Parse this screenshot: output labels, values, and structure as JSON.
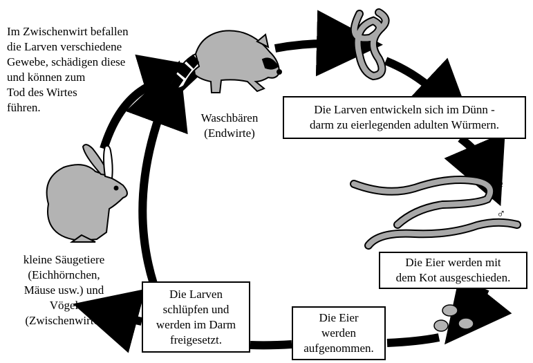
{
  "diagram": {
    "nodes": {
      "raccoon_label": {
        "lines": [
          "Waschbären",
          "(Endwirte)"
        ]
      },
      "intermediate_note": {
        "lines": [
          "Im Zwischenwirt befallen",
          "die Larven verschiedene",
          "Gewebe, schädigen diese",
          "und können zum",
          "Tod des Wirtes",
          "führen."
        ]
      },
      "small_mammals_label": {
        "lines": [
          "kleine Säugetiere",
          "(Eichhörnchen,",
          "Mäuse usw.) und",
          "Vögel",
          "(Zwischenwirte)"
        ]
      }
    },
    "boxes": {
      "larvae_develop": {
        "lines": [
          "Die Larven entwickeln sich im Dünn -",
          "darm zu eierlegenden adulten Würmern."
        ]
      },
      "eggs_excreted": {
        "lines": [
          "Die Eier werden mit",
          "dem Kot ausgeschieden."
        ]
      },
      "eggs_ingested": {
        "lines": [
          "Die Eier",
          "werden",
          "aufgenommen."
        ]
      },
      "larvae_hatch": {
        "lines": [
          "Die Larven",
          "schlüpfen und",
          "werden im Darm",
          "freigesetzt."
        ]
      }
    },
    "symbols": {
      "female": "♀",
      "male": "♂"
    },
    "icons": {
      "raccoon": "raccoon-icon",
      "worm_coiled": "coiled-worm-icon",
      "worm_female": "female-worm-icon",
      "worm_male": "male-worm-icon",
      "eggs": "eggs-icon",
      "rabbit": "rabbit-icon"
    },
    "colors": {
      "arrow": "#000000",
      "animal_fill": "#b3b3b3",
      "worm_fill": "#a8a8a8",
      "outline": "#000000"
    }
  }
}
